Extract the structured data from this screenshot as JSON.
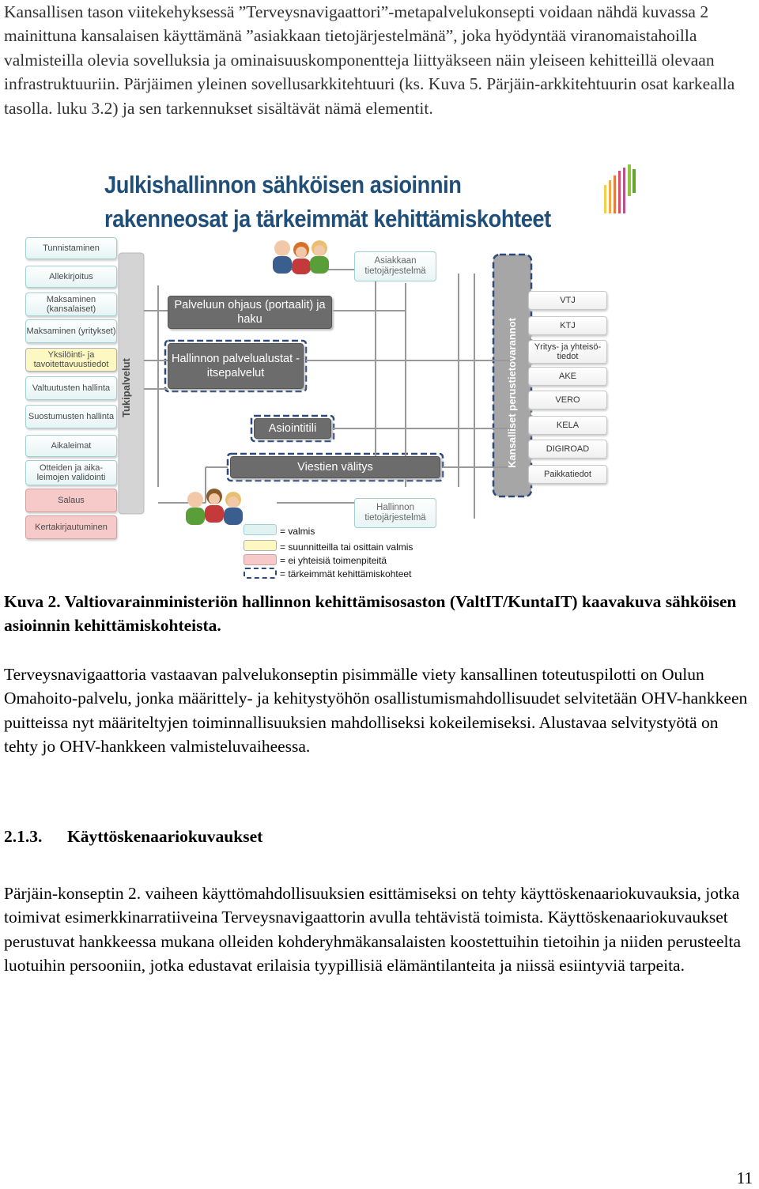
{
  "paragraph_intro": "Kansallisen tason viitekehyksessä ”Terveysnavigaattori”-metapalvelukonsepti voidaan nähdä kuvassa 2 mainittuna kansalaisen käyttämänä ”asiakkaan tietojärjestelmänä”, joka hyödyntää viranomaistahoilla valmisteilla olevia sovelluksia ja ominaisuuskomponentteja liittyäkseen näin yleiseen kehitteillä olevaan infrastruktuuriin. Pärjäimen yleinen sovellusarkkitehtuuri (ks. Kuva 5. Pärjäin-arkkitehtuurin osat karkealla tasolla. luku 3.2) ja sen tarkennukset sisältävät nämä elementit.",
  "diagram": {
    "title_line1": "Julkishallinnon sähköisen asioinnin",
    "title_line2": "rakenneosat ja tärkeimmät kehittämiskohteet",
    "left_items": [
      "Tunnistaminen",
      "Allekirjoitus",
      "Maksaminen (kansalaiset)",
      "Maksaminen (yritykset)",
      "Yksilöinti- ja tavoitettavuustiedot",
      "Valtuutusten hallinta",
      "Suostumusten hallinta",
      "Aikaleimat",
      "Otteiden ja aika-leimojen validointi",
      "Salaus",
      "Kertakirjautuminen"
    ],
    "support_label": "Tukipalvelut",
    "client_system": "Asiakkaan tietojärjestelmä",
    "admin_system": "Hallinnon tietojärjestelmä",
    "service_guidance": "Palveluun ohjaus (portaalit) ja haku",
    "admin_platforms": "Hallinnon palvelualustat - itsepalvelut",
    "transaction_account": "Asiointitili",
    "message_relay": "Viestien välitys",
    "national_registers": "Kansalliset perustietovarannot",
    "right_items": [
      "VTJ",
      "KTJ",
      "Yritys- ja yhteisö-tiedot",
      "AKE",
      "VERO",
      "KELA",
      "DIGIROAD",
      "Paikkatiedot"
    ],
    "legend": [
      "= valmis",
      "= suunnitteilla tai osittain valmis",
      "= ei yhteisiä toimenpiteitä",
      "= tärkeimmät kehittämiskohteet"
    ],
    "colors": {
      "title": "#1f4e79",
      "ready": "#e0f2f2",
      "planned": "#fdf8c2",
      "no_action": "#f7caca",
      "key_target": "#2e4a7a"
    }
  },
  "caption": "Kuva 2. Valtiovarainministeriön hallinnon kehittämisosaston (ValtIT/KuntaIT) kaavakuva sähköisen asioinnin kehittämiskohteista.",
  "paragraph_two": "Terveysnavigaattoria vastaavan palvelukonseptin pisimmälle viety kansallinen toteutuspilotti on Oulun Omahoito-palvelu, jonka määrittely- ja kehitystyöhön osallistumismahdollisuudet selvitetään OHV-hankkeen puitteissa nyt määriteltyjen toiminnallisuuksien mahdolliseksi kokeilemiseksi. Alustavaa selvitystyötä on tehty jo OHV-hankkeen valmisteluvaiheessa.",
  "section_number": "2.1.3.",
  "section_title": "Käyttöskenaariokuvaukset",
  "paragraph_three": "Pärjäin-konseptin 2. vaiheen käyttömahdollisuuksien esittämiseksi on tehty käyttöskenaariokuvauksia, jotka toimivat esimerkkinarratiiveina Terveysnavigaattorin avulla tehtävistä toimista. Käyttöskenaariokuvaukset perustuvat hankkeessa mukana olleiden kohderyhmäkansalaisten koostettuihin tietoihin ja niiden perusteelta luotuihin persooniin, jotka edustavat erilaisia tyypillisiä elämäntilanteita ja niissä esiintyviä tarpeita.",
  "page_number": "11"
}
